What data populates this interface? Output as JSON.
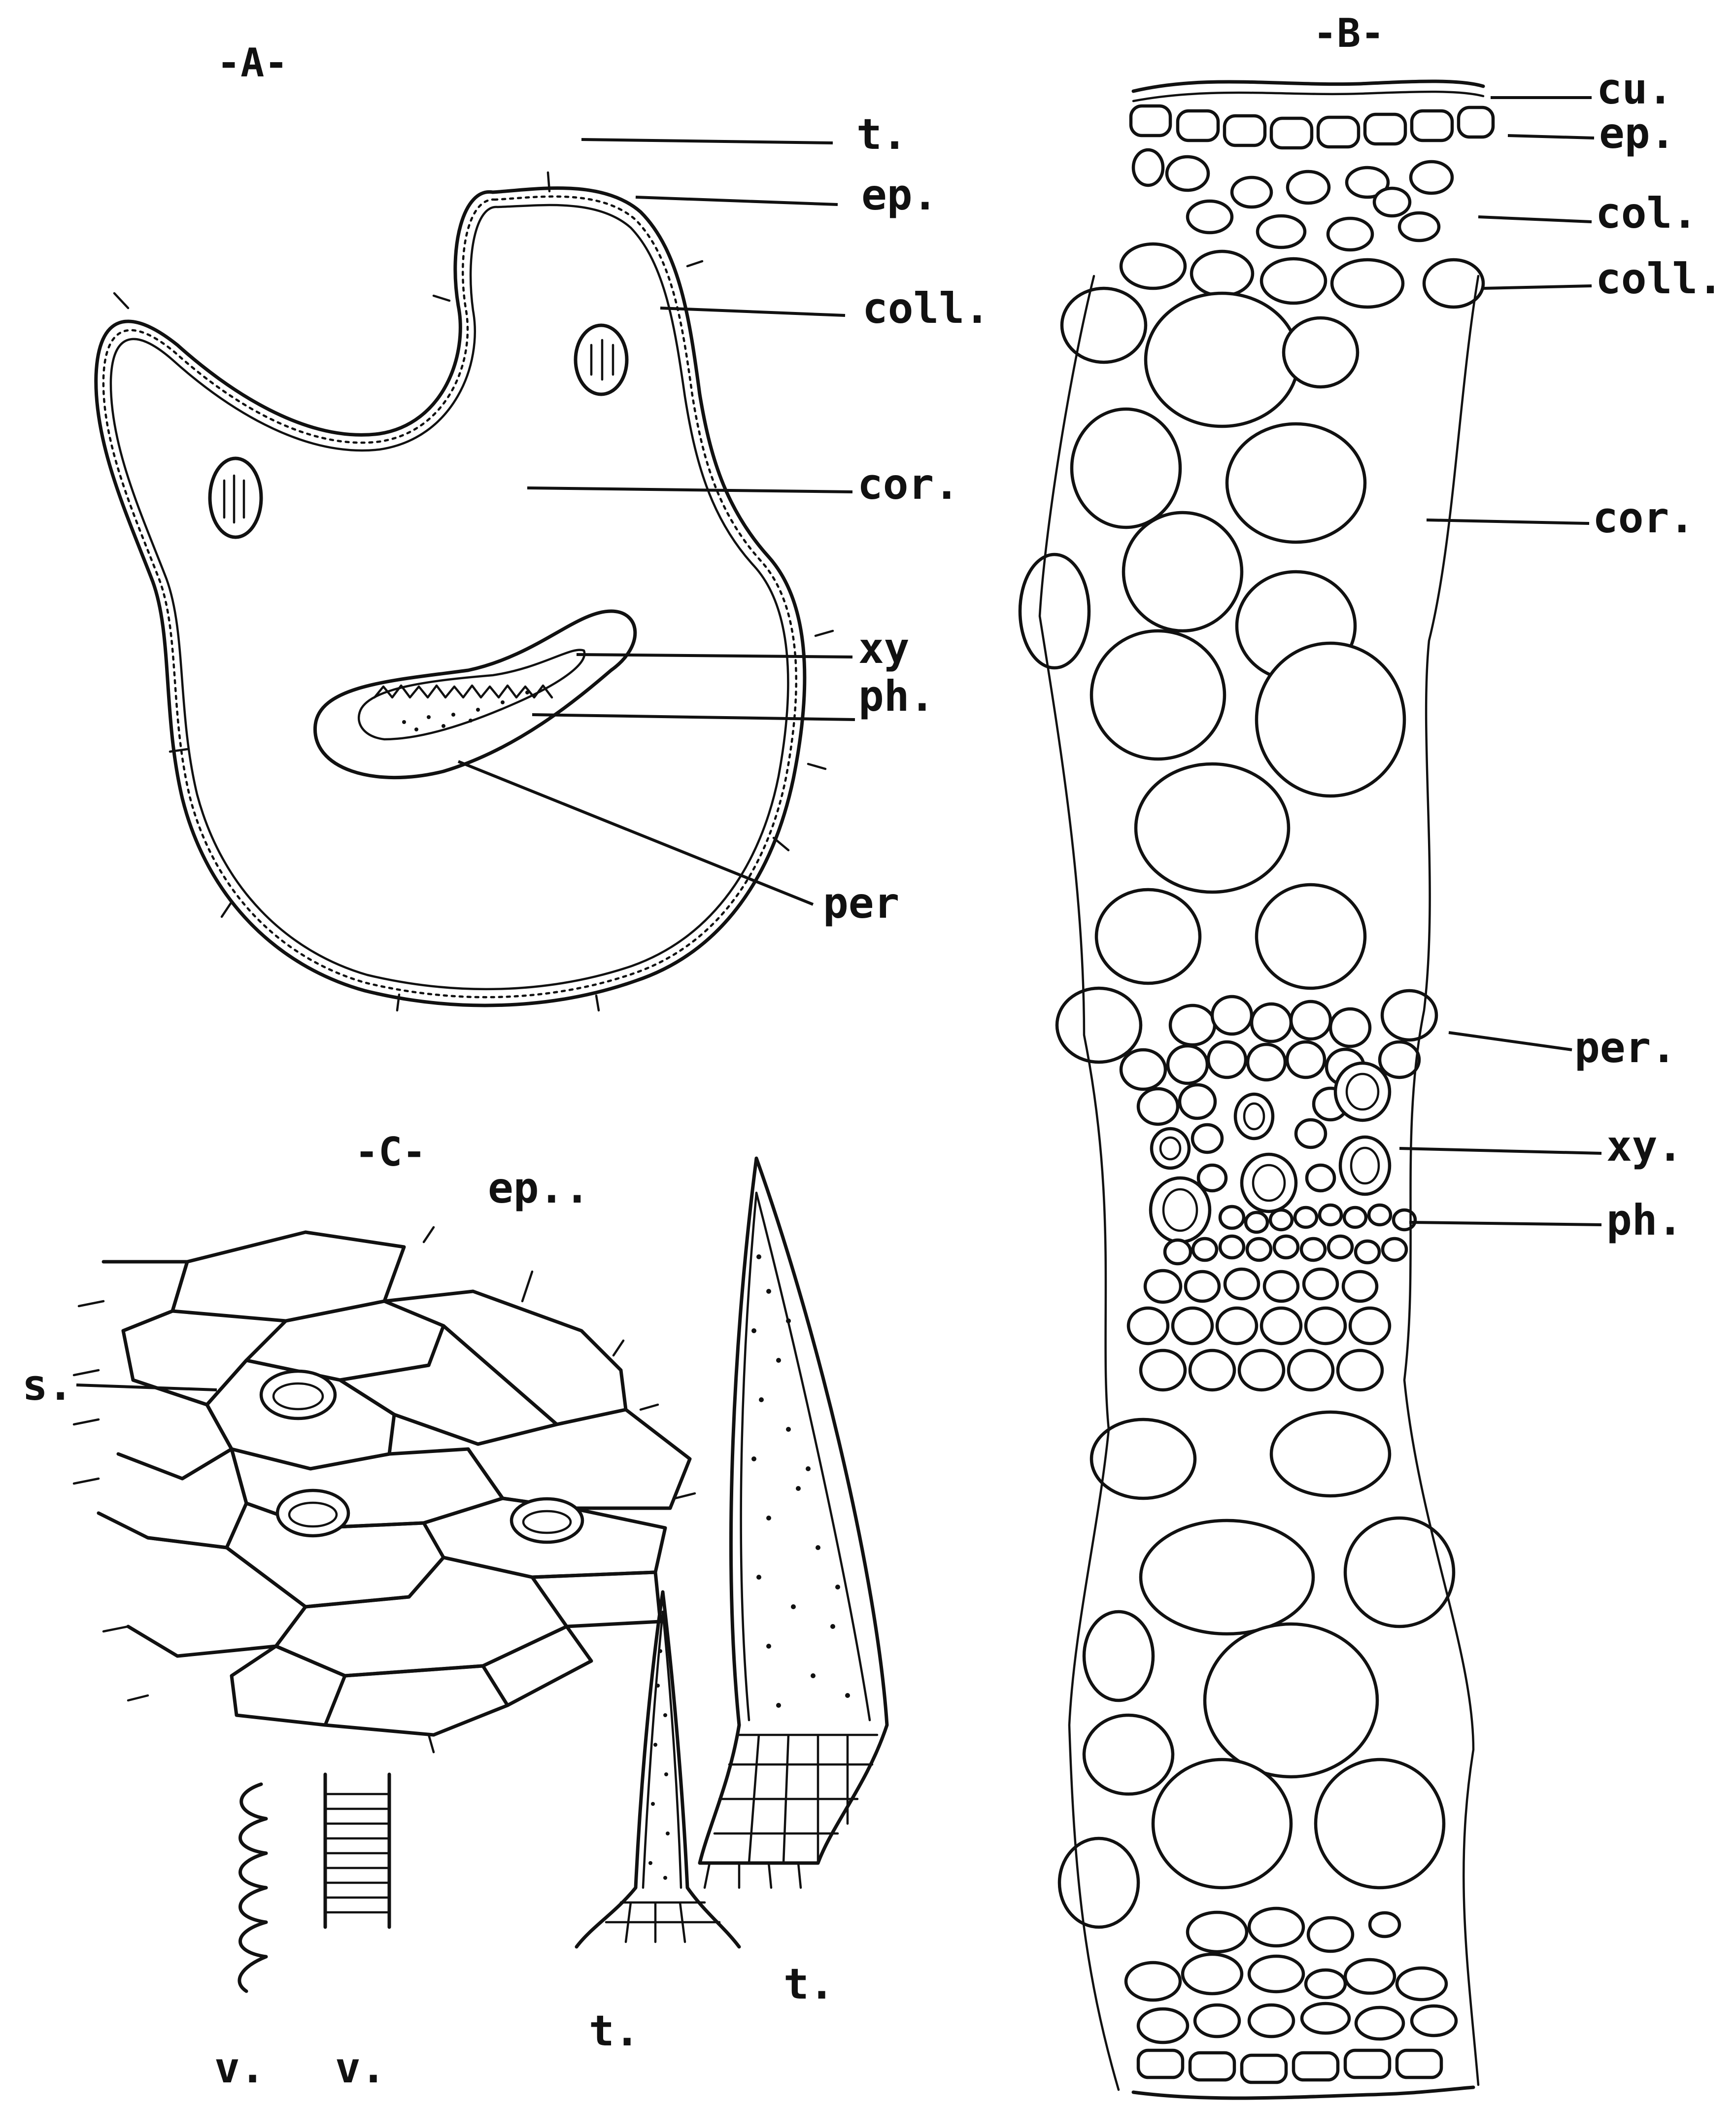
{
  "panels": {
    "A": {
      "title": "-A-",
      "labels": {
        "t": "t.",
        "ep": "ep.",
        "coll": "coll.",
        "cor": "cor.",
        "xy": "xy",
        "ph": "ph.",
        "per": "per"
      }
    },
    "B": {
      "title": "-B-",
      "labels": {
        "cu": "cu.",
        "ep": "ep.",
        "col": "col.",
        "coll": "coll.",
        "cor": "cor.",
        "per": "per.",
        "xy": "xy.",
        "ph": "ph."
      }
    },
    "C": {
      "title": "-C-",
      "labels": {
        "ep": "ep..",
        "s": "s.",
        "v1": "v.",
        "v2": "v.",
        "t1": "t.",
        "t2": "t."
      }
    }
  }
}
